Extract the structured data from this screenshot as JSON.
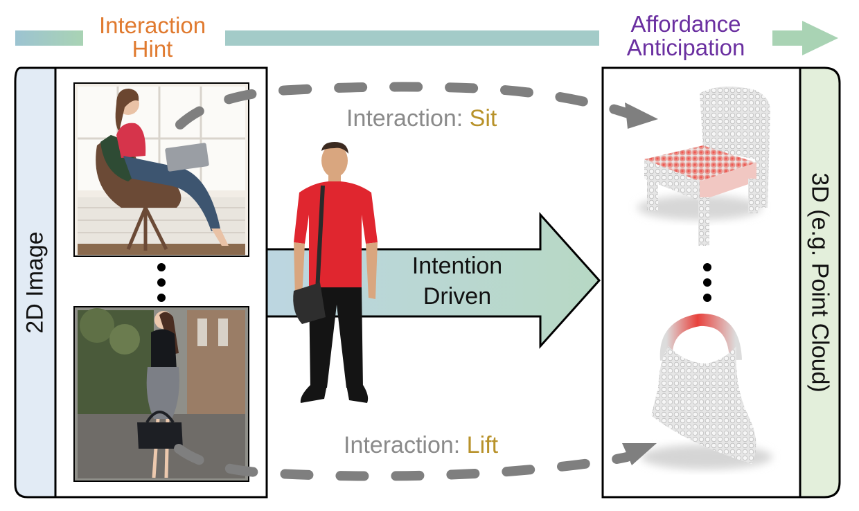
{
  "header": {
    "left": {
      "line1": "Interaction",
      "line2": "Hint",
      "color": "#e07a2f"
    },
    "right": {
      "line1": "Affordance",
      "line2": "Anticipation",
      "color": "#6a2fa0"
    }
  },
  "left_panel": {
    "label": "2D Image",
    "color": "#e2ebf5"
  },
  "right_panel": {
    "label": "3D (e.g. Point Cloud)",
    "color": "#e3efdb"
  },
  "center": {
    "line1": "Intention",
    "line2": "Driven"
  },
  "interactions": {
    "top": {
      "prefix": "Interaction: ",
      "verb": "Sit"
    },
    "bottom": {
      "prefix": "Interaction: ",
      "verb": "Lift"
    }
  },
  "colors": {
    "top_bar_start": "#9cc3d1",
    "top_bar_end": "#a9d3b4",
    "highlight": "#e8413c",
    "dash": "#7f7f7f"
  },
  "icons": [
    "woman-sitting-image",
    "woman-handbag-image",
    "man-silhouette",
    "chair-pointcloud",
    "handbag-pointcloud",
    "ellipsis-dots"
  ]
}
